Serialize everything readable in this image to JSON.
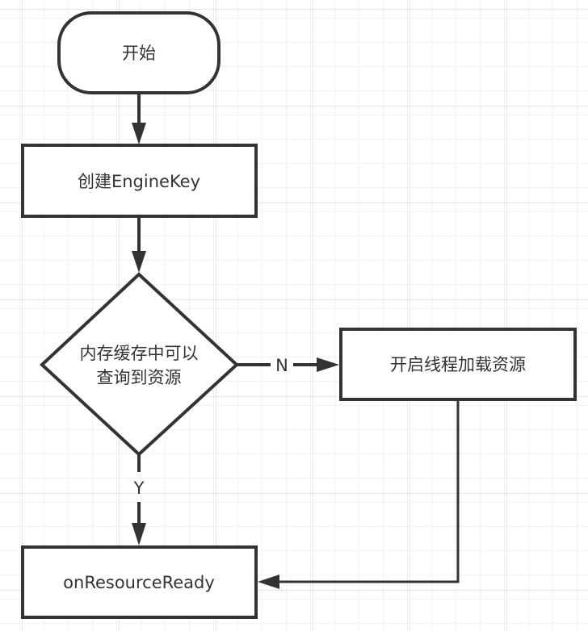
{
  "diagram": {
    "type": "flowchart",
    "colors": {
      "background": "#ffffff",
      "grid_minor": "#f2f2f2",
      "grid_major": "#e6e6e6",
      "stroke": "#333333",
      "text": "#333333",
      "node_fill": "#ffffff"
    },
    "nodes": {
      "start": {
        "shape": "terminal",
        "label": "开始"
      },
      "create_key": {
        "shape": "process",
        "label": "创建EngineKey"
      },
      "cache_check": {
        "shape": "decision",
        "label_lines": [
          "内存缓存中可以",
          "查询到资源"
        ]
      },
      "load_thread": {
        "shape": "process",
        "label": "开启线程加载资源"
      },
      "ready": {
        "shape": "process",
        "label": "onResourceReady"
      }
    },
    "edges": [
      {
        "from": "start",
        "to": "create_key",
        "label": ""
      },
      {
        "from": "create_key",
        "to": "cache_check",
        "label": ""
      },
      {
        "from": "cache_check",
        "to": "load_thread",
        "label": "N"
      },
      {
        "from": "cache_check",
        "to": "ready",
        "label": "Y"
      },
      {
        "from": "load_thread",
        "to": "ready",
        "label": ""
      }
    ]
  }
}
